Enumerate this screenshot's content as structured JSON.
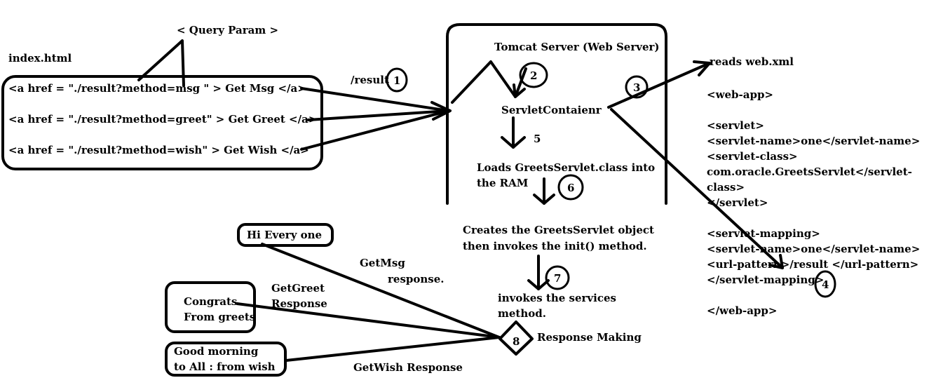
{
  "query_param": "< Query Param  >",
  "index_html": {
    "title": "index.html",
    "links": [
      "<a href = \"./result?method=msg \" > Get Msg </a>",
      "<a href = \"./result?method=greet\" > Get Greet </a>",
      "<a href = \"./result?method=wish\" > Get Wish </a>"
    ]
  },
  "request_path": "/result",
  "server": {
    "title": "Tomcat Server (Web Server)",
    "container": "ServletContaienr",
    "step_loads": [
      "Loads GreetsServlet.class into",
      "the RAM"
    ],
    "step_creates": [
      "Creates the GreetsServlet object",
      "then invokes the init() method."
    ],
    "step_invokes": [
      "invokes the services",
      "method."
    ]
  },
  "reads_webxml": "reads web.xml",
  "web_xml_lines": [
    "<web-app>",
    "",
    "<servlet>",
    "<servlet-name>one</servlet-name>",
    "<servlet-class>",
    "com.oracle.GreetsServlet</servlet-",
    "class>",
    "</servlet>",
    "",
    "<servlet-mapping>",
    "<servlet-name>one</servlet-name>",
    "<url-pattern>/result </url-pattern>",
    "</servlet-mapping>",
    "",
    "</web-app>"
  ],
  "steps": [
    "1",
    "2",
    "3",
    "4",
    "5",
    "6",
    "7",
    "8"
  ],
  "response_making": "Response Making",
  "responses": {
    "msg_box": "Hi Every one",
    "greet_box": [
      "Congrats",
      "From greets"
    ],
    "wish_box": [
      "Good morning",
      "to All : from wish"
    ],
    "msg_label": [
      "GetMsg",
      "response."
    ],
    "greet_label": [
      "GetGreet",
      "Response"
    ],
    "wish_label": "GetWish Response"
  }
}
